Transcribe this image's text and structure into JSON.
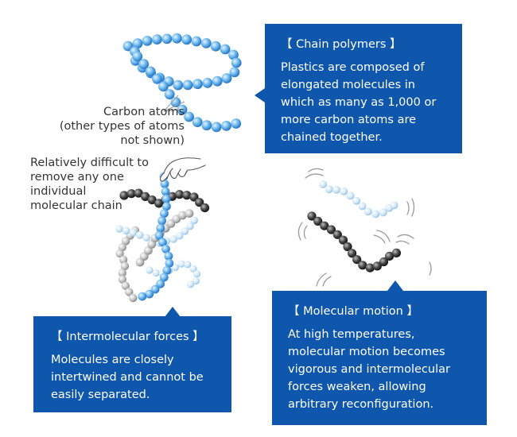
{
  "labels": {
    "carbon_atoms": "Carbon atoms",
    "other_atoms": "(other types of atoms",
    "not_shown": "not shown)",
    "difficult_1": "Relatively difficult to",
    "difficult_2": "remove any one",
    "difficult_3": "individual",
    "difficult_4": "molecular chain"
  },
  "chain_polymers": {
    "title": "【 Chain polymers 】",
    "body": "Plastics are composed of elongated molecules in which as many as 1,000 or more carbon atoms are chained together."
  },
  "intermolecular_forces": {
    "title": "【 Intermolecular forces 】",
    "body": "Molecules are closely intertwined and cannot be easily separated."
  },
  "molecular_motion": {
    "title": "【 Molecular motion 】",
    "body": "At high temperatures, molecular motion becomes vigorous and intermolecular forces weaken, allowing arbitrary reconfiguration."
  },
  "colors": {
    "box": "#0f56ad",
    "bead_blue": "#5aaee6",
    "bead_dark": "#3a3a3a",
    "bead_gray": "#b9b9b9",
    "bead_faint": "#cfe6f6"
  }
}
